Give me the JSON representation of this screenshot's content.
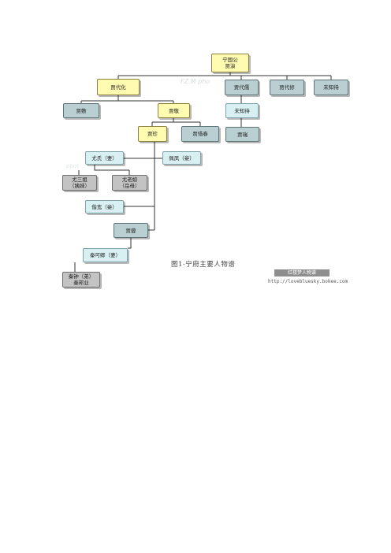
{
  "diagram": {
    "nodes": {
      "root": {
        "lines": [
          "宁国公",
          "贾演"
        ],
        "color": "yellow"
      },
      "daihua": {
        "lines": [
          "贾代化"
        ],
        "color": "yellow"
      },
      "daiyu": {
        "lines": [
          "贾代儒"
        ],
        "color": "teal"
      },
      "daixiu": {
        "lines": [
          "贾代修"
        ],
        "color": "teal"
      },
      "weizhi1": {
        "lines": [
          "未知待"
        ],
        "color": "teal"
      },
      "jiafu": {
        "lines": [
          "贾敷"
        ],
        "color": "teal"
      },
      "jiajing": {
        "lines": [
          "贾敬"
        ],
        "color": "yellow"
      },
      "weizhi2": {
        "lines": [
          "未知待"
        ],
        "color": "light"
      },
      "jiazhen": {
        "lines": [
          "贾珍"
        ],
        "color": "yellow"
      },
      "xichun": {
        "lines": [
          "贾惜春"
        ],
        "color": "teal"
      },
      "jiarui": {
        "lines": [
          "贾瑞"
        ],
        "color": "teal"
      },
      "youshi": {
        "lines": [
          "尤氏（妻）"
        ],
        "color": "light"
      },
      "peifeng": {
        "lines": [
          "佩凤（妾）"
        ],
        "color": "light"
      },
      "yousanjie": {
        "lines": [
          "尤三姐",
          "（姨妹）"
        ],
        "color": "gray"
      },
      "youerjie": {
        "lines": [
          "尤老娘",
          "（岳母）"
        ],
        "color": "gray"
      },
      "xiewen": {
        "lines": [
          "偕鸾（妾）"
        ],
        "color": "light"
      },
      "jiarong": {
        "lines": [
          "贾蓉"
        ],
        "color": "teal"
      },
      "qinkeqing": {
        "lines": [
          "秦可卿（妻）"
        ],
        "color": "light"
      },
      "qinzhong": {
        "lines": [
          "秦钟（弟）",
          "秦邦业"
        ],
        "color": "gray"
      }
    },
    "caption": "图1-宁府主要人物谱",
    "badge": "红楼梦人物谱",
    "url": "http://lovebluesky.bokee.com",
    "watermark": "FZ.M pho",
    "watermark2": "phot"
  }
}
